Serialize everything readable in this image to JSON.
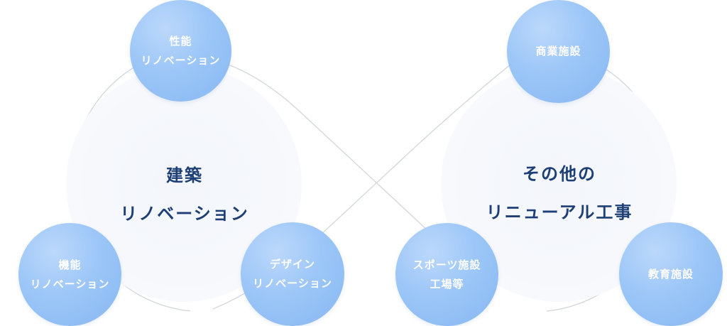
{
  "colors": {
    "hub_text": "#1d3f75",
    "node_text": "#ffffff",
    "node_fill": "#9cc6f7",
    "line": "#d3d6db"
  },
  "left_hub": {
    "line1": "建築",
    "line2": "リノベーション"
  },
  "right_hub": {
    "line1": "その他の",
    "line2": "リニューアル工事"
  },
  "nodes": {
    "performance": {
      "line1": "性能",
      "line2": "リノベーション"
    },
    "function": {
      "line1": "機能",
      "line2": "リノベーション"
    },
    "design": {
      "line1": "デザイン",
      "line2": "リノベーション"
    },
    "commercial": {
      "line1": "商業施設"
    },
    "sports": {
      "line1": "スポーツ施設",
      "line2": "工場等"
    },
    "education": {
      "line1": "教育施設"
    }
  }
}
